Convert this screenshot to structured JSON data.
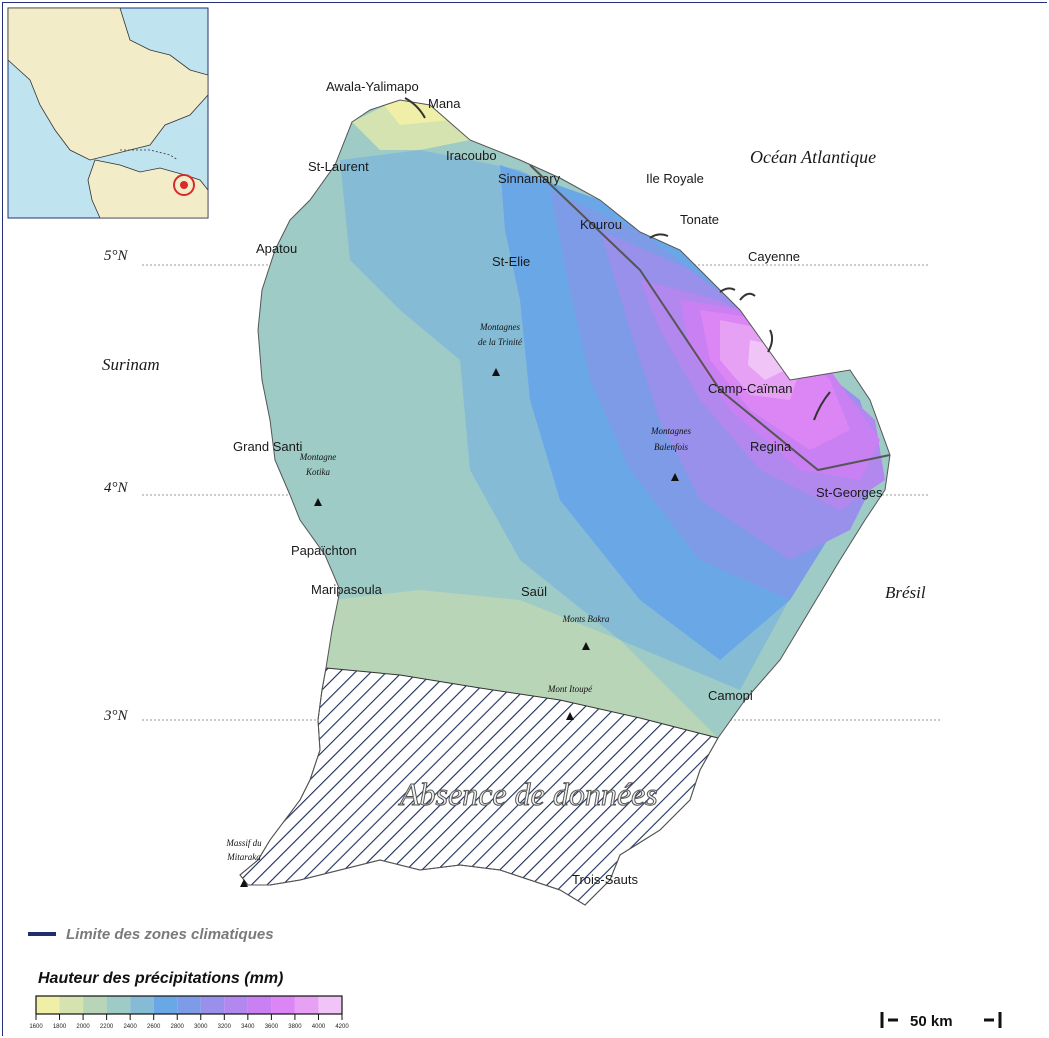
{
  "map": {
    "ocean_label": "Océan Atlantique",
    "neighbors": {
      "west": "Surinam",
      "east": "Brésil"
    },
    "latitudes": [
      "5°N",
      "4°N",
      "3°N"
    ],
    "towns": [
      "Awala-Yalimapo",
      "Mana",
      "St-Laurent",
      "Iracoubo",
      "Sinnamary",
      "Ile Royale",
      "Kourou",
      "Tonate",
      "Apatou",
      "St-Elie",
      "Cayenne",
      "Camp-Caïman",
      "Regina",
      "Grand Santi",
      "St-Georges",
      "Papaïchton",
      "Maripasoula",
      "Saül",
      "Camopi",
      "Trois-Sauts"
    ],
    "mountains": [
      {
        "lines": [
          "Montagnes",
          "de la Trinité"
        ]
      },
      {
        "lines": [
          "Montagne",
          "Kotika"
        ]
      },
      {
        "lines": [
          "Montagnes",
          "Balenfois"
        ]
      },
      {
        "lines": [
          "Monts Bakra"
        ]
      },
      {
        "lines": [
          "Mont Itoupé"
        ]
      },
      {
        "lines": [
          "Massif du",
          "Mitaraka"
        ]
      }
    ],
    "no_data_label": "Absence de données"
  },
  "legend": {
    "zone_limit_label": "Limite des zones climatiques",
    "zone_limit_color": "#1f2f6e",
    "title": "Hauteur des précipitations (mm)",
    "ticks": [
      "1600",
      "1800",
      "2000",
      "2200",
      "2400",
      "2600",
      "2800",
      "3000",
      "3200",
      "3400",
      "3600",
      "3800",
      "4000",
      "4200"
    ],
    "colors": [
      "#f0efa8",
      "#d5e3b1",
      "#b8d5b8",
      "#9ecbc6",
      "#86bbd6",
      "#6aa7e6",
      "#7e9be8",
      "#9890ea",
      "#b287ee",
      "#c980f2",
      "#db86f4",
      "#e6a1f5",
      "#f1c4f8"
    ]
  },
  "scale_bar": {
    "label": "50 km"
  }
}
